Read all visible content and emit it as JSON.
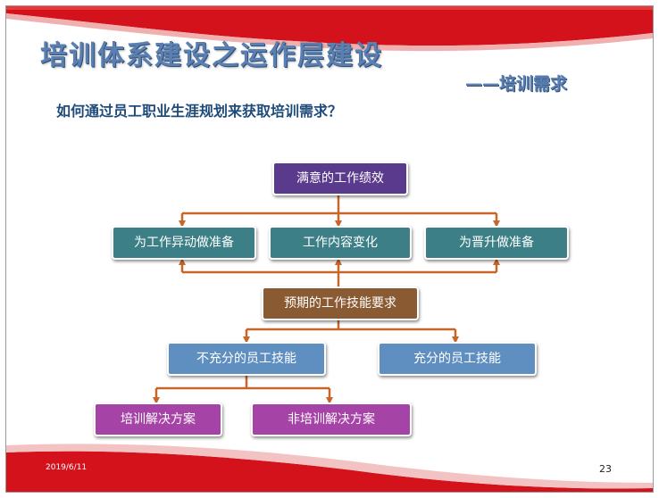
{
  "title": "培训体系建设之运作层建设",
  "subtitle": "——培训需求",
  "question": "如何通过员工职业生涯规划来获取培训需求？",
  "nodes": {
    "performance": "满意的工作绩效",
    "job_change": "为工作异动做准备",
    "content_change": "工作内容变化",
    "promotion": "为晋升做准备",
    "expected_skills": "预期的工作技能要求",
    "insufficient": "不充分的员工技能",
    "sufficient": "充分的员工技能",
    "training_solution": "培训解决方案",
    "non_training_solution": "非培训解决方案"
  },
  "footer": {
    "date": "2019/6/11",
    "page": "23"
  },
  "colors": {
    "accent_red": "#d4121b",
    "title_blue": "#5a7fb0",
    "arrow": "#c8662a"
  }
}
